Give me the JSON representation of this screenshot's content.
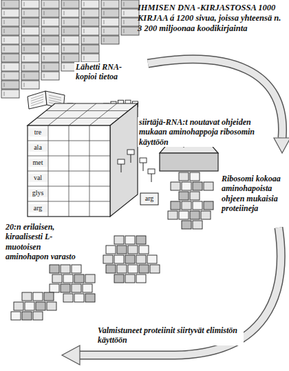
{
  "diagram": {
    "title": "IHMISEN DNA -KIRJASTOSSA 1000 KIRJAA á 1200 sivua, joissa yhteensä n. 3 200 miljoonaa koodikirjainta",
    "labels": [
      "Lähetti RNA-kopioi tietoa",
      "siirtäjä-RNA:t noutavat ohjeiden mukaan aminohappoja ribosomin käyttöön",
      "tre",
      "ala",
      "met",
      "val",
      "glys",
      "arg",
      "arg",
      "20:n erilaisen, kiraalisesti L-muotoisen aminohapon varasto",
      "Ribosomi kokoaa aminohapoista ohjeen mukaisia proteiineja",
      "Valmistuneet proteiinit siirtyvät elimistön käyttöön"
    ]
  }
}
